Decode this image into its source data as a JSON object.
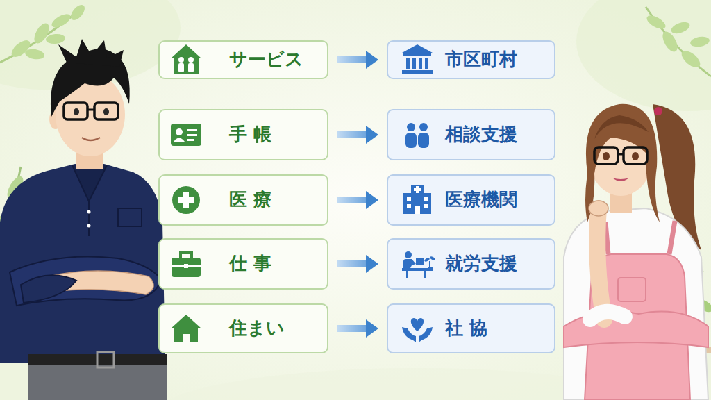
{
  "diagram": {
    "nodes": [
      {
        "text": [
          "サービス"
        ]
      },
      {
        "text": [
          "市区町村"
        ]
      },
      {
        "text": [
          "手 帳"
        ]
      },
      {
        "text": [
          "相談支援"
        ]
      },
      {
        "text": [
          "医 療"
        ]
      },
      {
        "text": [
          "医療機関"
        ]
      },
      {
        "text": [
          "仕 事"
        ]
      },
      {
        "text": [
          "就労支援"
        ]
      },
      {
        "text": [
          "住まい"
        ]
      },
      {
        "text": [
          "社 協"
        ]
      }
    ],
    "edges": [
      {
        "from": 0,
        "to": 1,
        "arrow": "to"
      },
      {
        "from": 2,
        "to": 3,
        "arrow": "to"
      },
      {
        "from": 4,
        "to": 5,
        "arrow": "to"
      },
      {
        "from": 6,
        "to": 7,
        "arrow": "to"
      },
      {
        "from": 8,
        "to": 9,
        "arrow": "to"
      }
    ]
  }
}
